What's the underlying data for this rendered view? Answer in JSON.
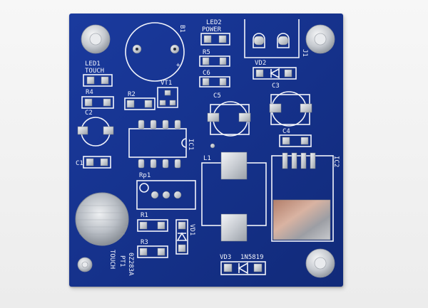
{
  "photo": {
    "colors": {
      "board": "#15318a",
      "silkscreen": "#f2f4fb",
      "pad": "#d9dce0",
      "background": "#f0f0f0"
    },
    "labels": {
      "b1": "B1",
      "led2": "LED2",
      "power": "POWER",
      "r5": "R5",
      "c6": "C6",
      "j1": "J1",
      "vd2": "VD2",
      "c3": "C3",
      "led1": "LED1",
      "touch_top": "TOUCH",
      "r4": "R4",
      "r2": "R2",
      "vt1": "VT1",
      "c5": "C5",
      "c2": "C2",
      "c4": "C4",
      "ic1": "IC1",
      "c1": "C1",
      "l1": "L1",
      "ic2": "IC2",
      "rp1": "Rp1",
      "r1": "R1",
      "vd1": "VD1",
      "r3": "R3",
      "pt1": "PT1",
      "touch_bottom": "TOUCH",
      "part_no": "0Z283A",
      "vd3": "VD3",
      "diode": "1N5819",
      "plus": "+"
    }
  }
}
